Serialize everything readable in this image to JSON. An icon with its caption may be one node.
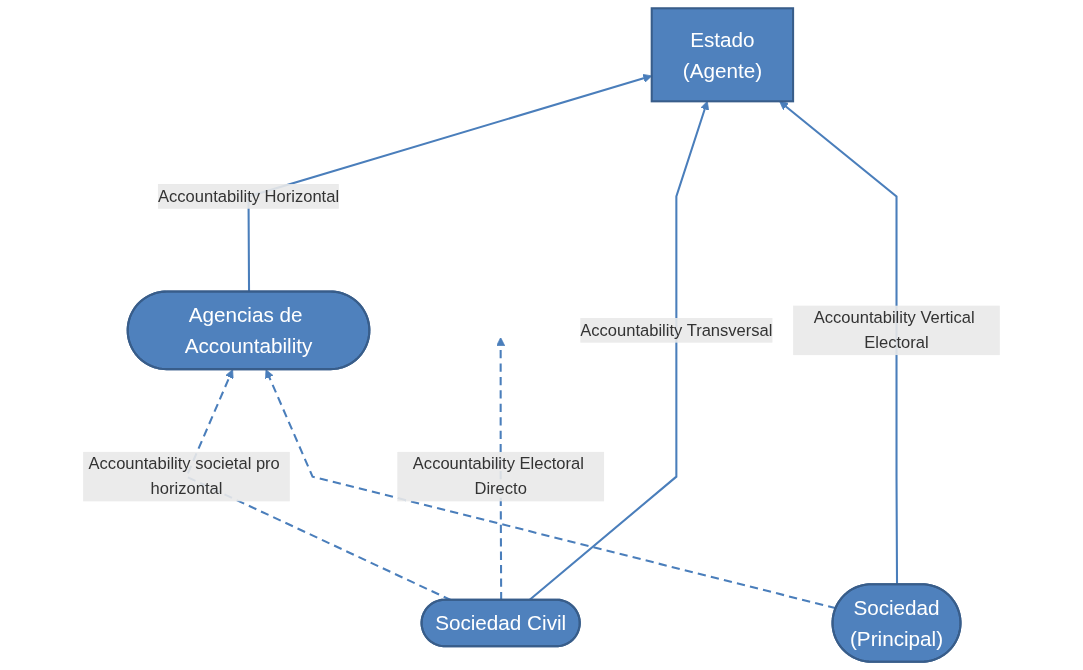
{
  "diagram": {
    "nodes": [
      {
        "text": [
          "Agencias de Accountability"
        ]
      },
      {
        "text": [
          "Estado",
          "(Agente)"
        ]
      },
      {
        "text": [
          "Sociedad Civil"
        ]
      },
      {
        "text": [
          "Sociedad",
          "(Principal)"
        ]
      }
    ],
    "edges": [
      {
        "from": 0,
        "to": 1,
        "arrow": "to",
        "label": "Accountability Horizontal"
      },
      {
        "from": 2,
        "to": 0,
        "arrow": "to",
        "style": "dashed",
        "label": "Accountability societal pro horizontal"
      },
      {
        "from": 3,
        "to": 0,
        "arrow": "to",
        "style": "dashed"
      },
      {
        "from": 2,
        "to": 1,
        "arrow": "to",
        "label": "Accountability Transversal"
      },
      {
        "from": 2,
        "to": null,
        "arrow": "to",
        "style": "dashed",
        "label": "Accountability Electoral Directo"
      },
      {
        "from": 3,
        "to": 1,
        "arrow": "to",
        "label": "Accountability Vertical Electoral"
      }
    ]
  }
}
